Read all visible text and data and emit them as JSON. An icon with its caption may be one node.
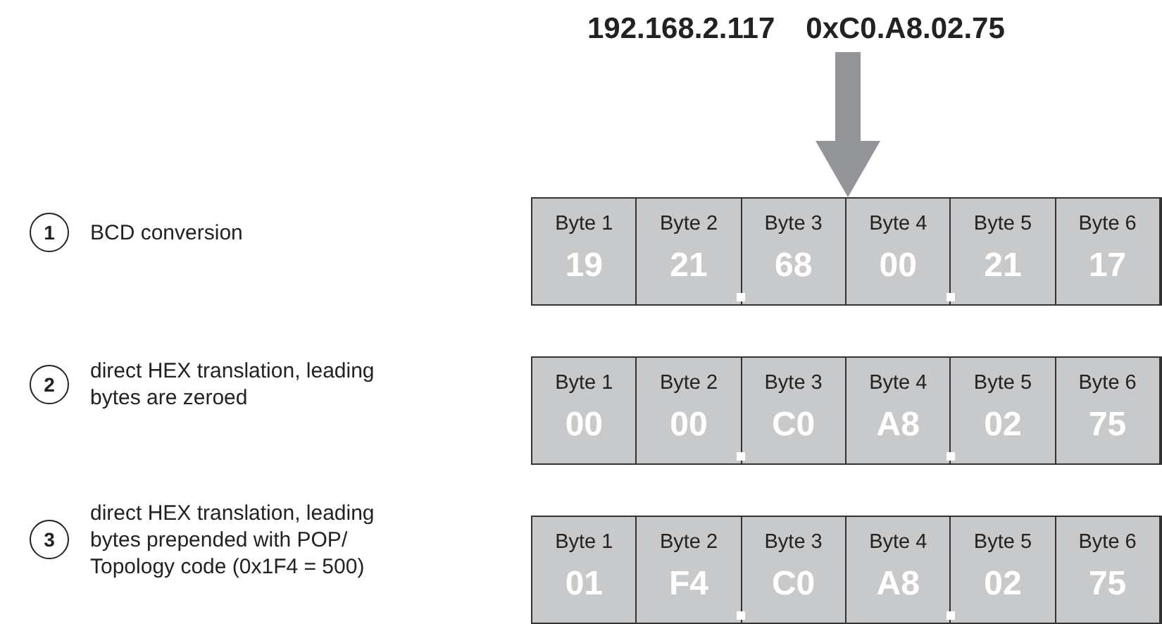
{
  "diagram": {
    "nodes": [
      {
        "text": [
          "192.168.2.117",
          "0xC0.A8.02.75"
        ]
      },
      {
        "text": [
          "1"
        ],
        "beside": [
          "BCD conversion"
        ]
      },
      {
        "text": [],
        "shape": "bar"
      },
      {
        "text": [
          "Byte 1",
          "19"
        ],
        "in": 2
      },
      {
        "text": [
          "Byte 2",
          "21"
        ],
        "in": 2
      },
      {
        "text": [
          "Byte 3",
          "68"
        ],
        "in": 2
      },
      {
        "text": [
          "Byte 4",
          "00"
        ],
        "in": 2
      },
      {
        "text": [
          "Byte 5",
          "21"
        ],
        "in": 2
      },
      {
        "text": [
          "Byte 6",
          "17"
        ],
        "in": 2
      },
      {
        "text": [
          "2"
        ],
        "beside": [
          "direct HEX translation, leading bytes are zeroed"
        ]
      },
      {
        "text": [],
        "shape": "bar"
      },
      {
        "text": [
          "Byte 1",
          "00"
        ],
        "in": 10
      },
      {
        "text": [
          "Byte 2",
          "00"
        ],
        "in": 10
      },
      {
        "text": [
          "Byte 3",
          "C0"
        ],
        "in": 10
      },
      {
        "text": [
          "Byte 4",
          "A8"
        ],
        "in": 10
      },
      {
        "text": [
          "Byte 5",
          "02"
        ],
        "in": 10
      },
      {
        "text": [
          "Byte 6",
          "75"
        ],
        "in": 10
      },
      {
        "text": [
          "3"
        ],
        "beside": [
          "direct HEX translation, leading bytes prepended with POP/ Topology code (0x1F4 = 500)"
        ]
      },
      {
        "text": [],
        "shape": "bar"
      },
      {
        "text": [
          "Byte 1",
          "01"
        ],
        "in": 18
      },
      {
        "text": [
          "Byte 2",
          "F4"
        ],
        "in": 18
      },
      {
        "text": [
          "Byte 3",
          "C0"
        ],
        "in": 18
      },
      {
        "text": [
          "Byte 4",
          "A8"
        ],
        "in": 18
      },
      {
        "text": [
          "Byte 5",
          "02"
        ],
        "in": 18
      },
      {
        "text": [
          "Byte 6",
          "75"
        ],
        "in": 18
      }
    ],
    "edges": [
      {
        "from": 0,
        "to": 2,
        "arrow": "to"
      }
    ]
  }
}
